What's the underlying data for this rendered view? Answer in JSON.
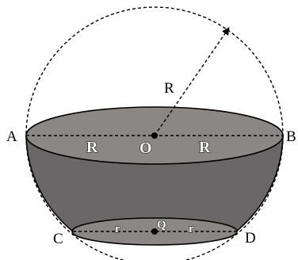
{
  "figure": {
    "labels": {
      "A": "A",
      "B": "B",
      "C": "C",
      "D": "D",
      "R_radius": "R",
      "R_left": "R",
      "R_right": "R",
      "O": "O",
      "r_left": "r",
      "r_right": "r",
      "Q": "Q"
    },
    "colors": {
      "bowl_fill": "#6b6667",
      "rim_fill": "#8b8787",
      "line": "#000000",
      "background": "#ffffff"
    }
  }
}
